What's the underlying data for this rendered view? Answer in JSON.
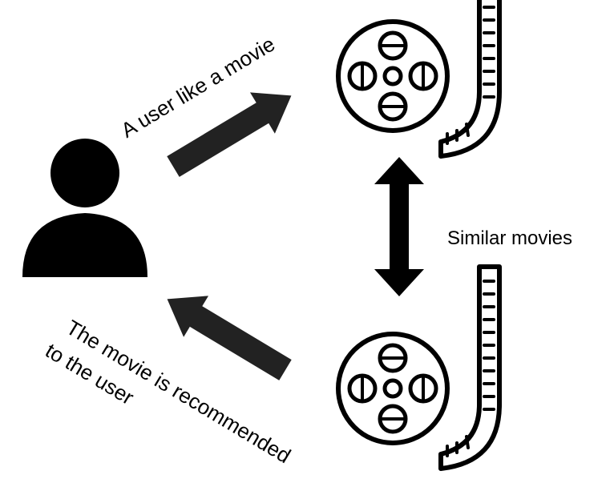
{
  "labels": {
    "user_likes": "A user like a movie",
    "similar": "Similar movies",
    "recommended_line1": "The movie is recommended",
    "recommended_line2": "to the user"
  },
  "icons": {
    "user": "user-icon",
    "movie_top": "film-reel-icon",
    "movie_bottom": "film-reel-icon",
    "arrow_like": "arrow-up-right-icon",
    "arrow_similar": "double-arrow-vertical-icon",
    "arrow_recommend": "arrow-up-left-icon"
  },
  "colors": {
    "ink": "#000000",
    "arrow": "#222222",
    "background": "#ffffff"
  }
}
